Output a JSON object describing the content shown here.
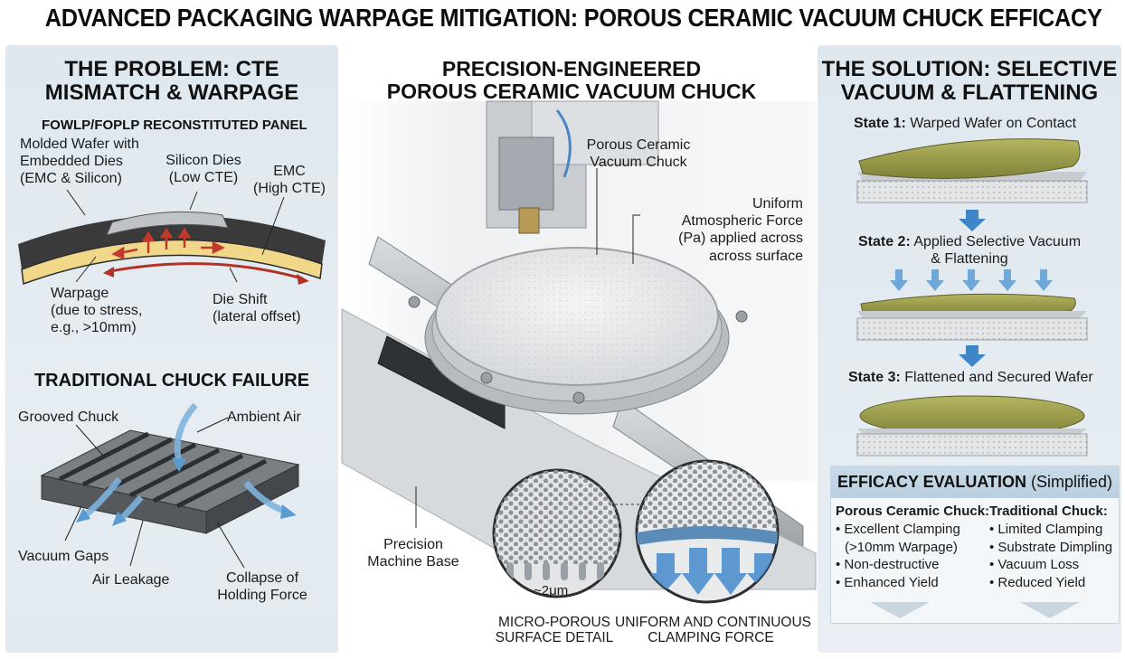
{
  "title": "ADVANCED PACKAGING WARPAGE MITIGATION: POROUS CERAMIC VACUUM CHUCK EFFICACY",
  "left": {
    "heading_line1": "THE PROBLEM: CTE",
    "heading_line2": "MISMATCH & WARPAGE",
    "panel_title": "FOWLP/FOPLP RECONSTITUTED PANEL",
    "molded_line1": "Molded Wafer with",
    "molded_line2": "Embedded Dies",
    "molded_line3": "(EMC & Silicon)",
    "silicon_line1": "Silicon Dies",
    "silicon_line2": "(Low CTE)",
    "emc_line1": "EMC",
    "emc_line2": "(High CTE)",
    "warpage_line1": "Warpage",
    "warpage_line2": "(due to stress,",
    "warpage_line3": "e.g., >10mm)",
    "dieshift_line1": "Die Shift",
    "dieshift_line2": "(lateral offset)",
    "failure_heading": "TRADITIONAL CHUCK FAILURE",
    "grooved_chuck": "Grooved Chuck",
    "ambient_air": "Ambient Air",
    "vacuum_gaps": "Vacuum Gaps",
    "air_leakage": "Air Leakage",
    "collapse_line1": "Collapse of",
    "collapse_line2": "Holding Force"
  },
  "center": {
    "heading_line1": "PRECISION-ENGINEERED",
    "heading_line2": "POROUS CERAMIC VACUUM CHUCK",
    "chuck_line1": "Porous Ceramic",
    "chuck_line2": "Vacuum Chuck",
    "force_line1": "Uniform",
    "force_line2": "Atmospheric Force",
    "force_line3": "(Pa) applied across",
    "force_line4": "across surface",
    "base_line1": "Precision",
    "base_line2": "Machine Base",
    "pore_size": "~2μm",
    "micro_line1": "MICRO-POROUS",
    "micro_line2": "SURFACE DETAIL",
    "uniform_line1": "UNIFORM AND CONTINUOUS",
    "uniform_line2": "CLAMPING FORCE"
  },
  "right": {
    "heading_line1": "THE SOLUTION: SELECTIVE",
    "heading_line2": "VACUUM & FLATTENING",
    "state1_label": "State 1:",
    "state1_text": "Warped Wafer on Contact",
    "state2_label": "State 2:",
    "state2_text_line1": "Applied Selective Vacuum",
    "state2_text_line2": "& Flattening",
    "state3_label": "State 3:",
    "state3_text": "Flattened and Secured Wafer"
  },
  "efficacy": {
    "heading_bold": "EFFICACY EVALUATION",
    "heading_normal": "(Simplified)",
    "porous_heading": "Porous Ceramic Chuck:",
    "porous_items": [
      "• Excellent Clamping",
      "(>10mm Warpage)",
      "• Non-destructive",
      "• Enhanced Yield"
    ],
    "trad_heading": "Traditional Chuck:",
    "trad_items": [
      "• Limited Clamping",
      "• Substrate Dimpling",
      "• Vacuum Loss",
      "• Reduced Yield"
    ]
  },
  "colors": {
    "panel_bg": "#e3ebf1",
    "arrow_blue": "#3f86c8",
    "emc_dark": "#3b3b3b",
    "warp_yellow": "#f0d78a",
    "warp_red": "#c0392b",
    "wafer_olive": "#9a9c4a"
  }
}
